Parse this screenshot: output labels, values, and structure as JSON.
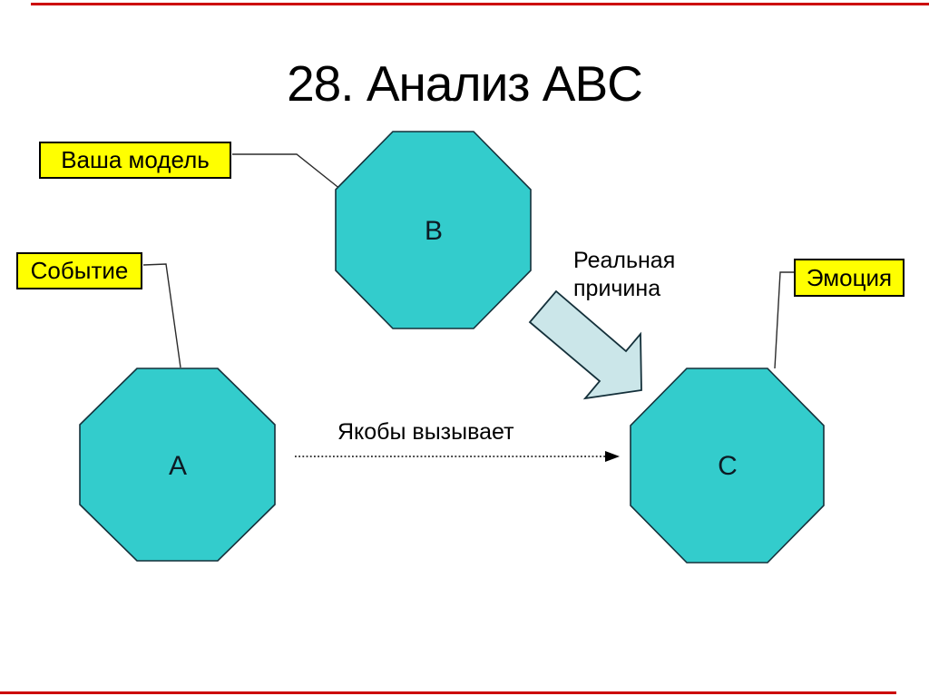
{
  "slide": {
    "title": "28. Анализ ABC"
  },
  "colors": {
    "accent_line": "#CC0000",
    "node_fill": "#33CCCC",
    "node_stroke": "#14303A",
    "label_fill": "#FFFF00",
    "block_arrow_fill": "#CBE6E9",
    "text": "#000000"
  },
  "labels": {
    "your_model": "Ваша модель",
    "event": "Событие",
    "emotion": "Эмоция"
  },
  "nodes": {
    "a": "A",
    "b": "B",
    "c": "C"
  },
  "annotations": {
    "real_cause": "Реальная причина",
    "allegedly_causes": "Якобы вызывает"
  }
}
